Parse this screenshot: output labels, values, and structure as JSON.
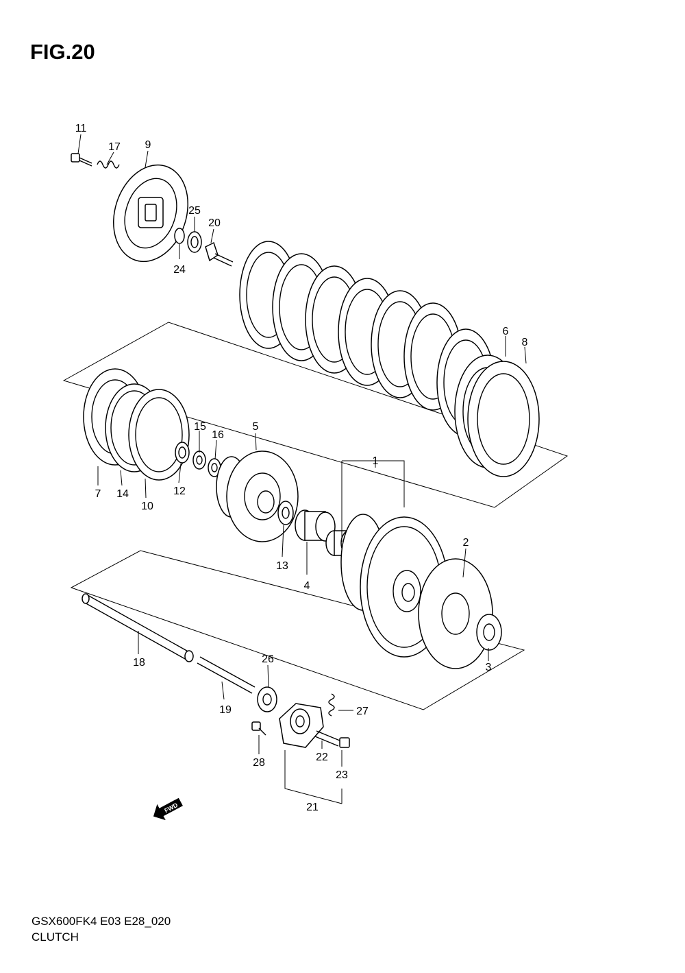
{
  "figure": {
    "title": "FIG.20"
  },
  "footer": {
    "model_code": "GSX600FK4 E03 E28_020",
    "section_name": "CLUTCH"
  },
  "direction_marker": {
    "label": "FWD"
  },
  "callouts": [
    {
      "n": "1"
    },
    {
      "n": "2"
    },
    {
      "n": "3"
    },
    {
      "n": "4"
    },
    {
      "n": "5"
    },
    {
      "n": "6"
    },
    {
      "n": "7"
    },
    {
      "n": "8"
    },
    {
      "n": "9"
    },
    {
      "n": "10"
    },
    {
      "n": "11"
    },
    {
      "n": "12"
    },
    {
      "n": "13"
    },
    {
      "n": "14"
    },
    {
      "n": "15"
    },
    {
      "n": "16"
    },
    {
      "n": "17"
    },
    {
      "n": "18"
    },
    {
      "n": "19"
    },
    {
      "n": "20"
    },
    {
      "n": "21"
    },
    {
      "n": "22"
    },
    {
      "n": "23"
    },
    {
      "n": "24"
    },
    {
      "n": "25"
    },
    {
      "n": "26"
    },
    {
      "n": "27"
    },
    {
      "n": "28"
    }
  ]
}
